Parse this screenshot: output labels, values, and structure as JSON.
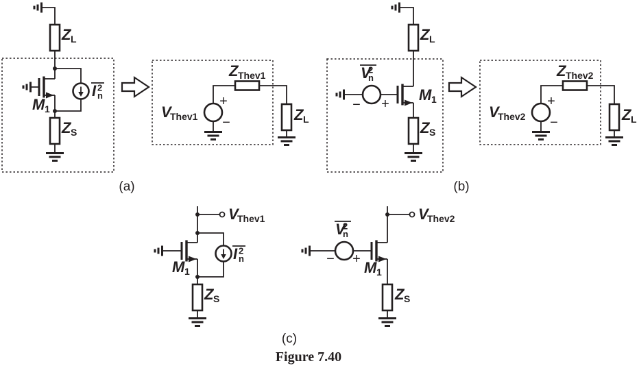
{
  "figure": {
    "caption": "Figure 7.40",
    "panels": {
      "a": "(a)",
      "b": "(b)",
      "c": "(c)"
    },
    "colors": {
      "ink": "#231f20",
      "background": "#ffffff"
    }
  },
  "labels": {
    "ZL": {
      "main": "Z",
      "sub": "L"
    },
    "ZS": {
      "main": "Z",
      "sub": "S"
    },
    "M1": {
      "main": "M",
      "sub": "1"
    },
    "In2": {
      "main": "I",
      "sup": "2",
      "sub": "n",
      "overline": true
    },
    "Vn2": {
      "main": "V",
      "sup": "2",
      "sub": "n",
      "overline": true
    },
    "VThev1": {
      "main": "V",
      "sub": "Thev1"
    },
    "ZThev1": {
      "main": "Z",
      "sub": "Thev1"
    },
    "VThev2": {
      "main": "V",
      "sub": "Thev2"
    },
    "ZThev2": {
      "main": "Z",
      "sub": "Thev2"
    },
    "plus": "+",
    "minus": "−"
  }
}
